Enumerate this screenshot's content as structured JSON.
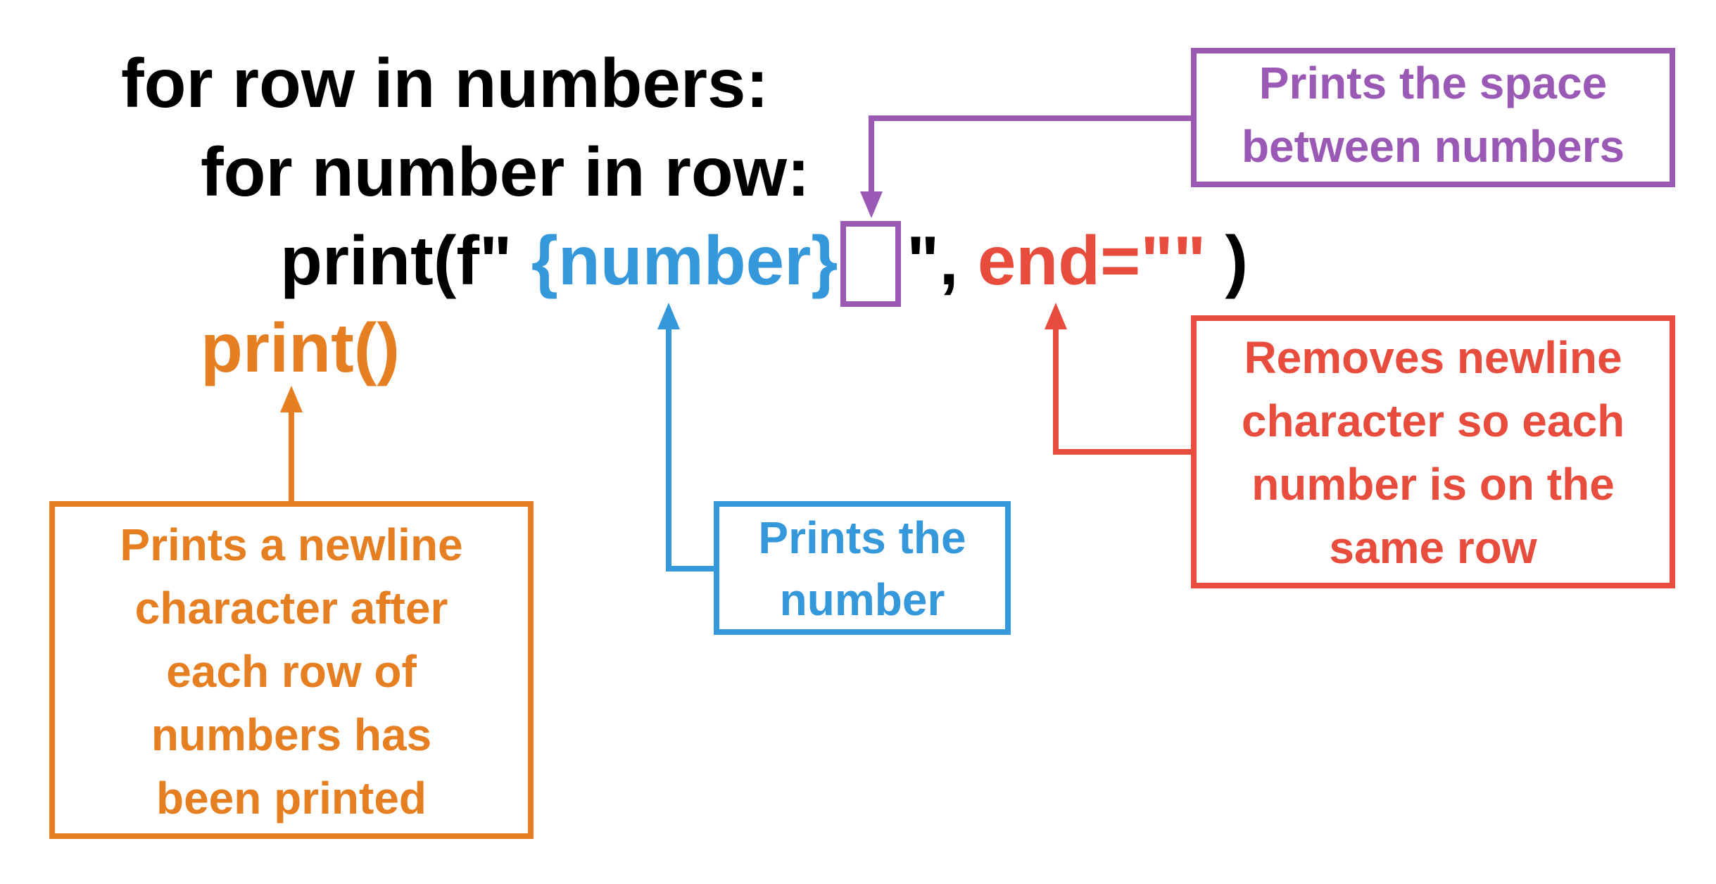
{
  "colors": {
    "code": "#000000",
    "blue": "#3498db",
    "purple": "#9b59b6",
    "red": "#e74c3c",
    "orange": "#e67e22"
  },
  "code": {
    "line1": "for row in numbers:",
    "line2": "for number in row:",
    "line3_prefix": "print(f\"",
    "line3_number": "{number}",
    "line3_mid": "\", ",
    "line3_end": "end=\"\"",
    "line3_close": ")",
    "line4": "print()"
  },
  "labels": {
    "space": [
      "Prints the space",
      "between numbers"
    ],
    "number": [
      "Prints the",
      "number"
    ],
    "end": [
      "Removes newline",
      "character so each",
      "number is on the",
      "same row"
    ],
    "print": [
      "Prints a newline",
      "character after",
      "each row of",
      "numbers has",
      "been printed"
    ]
  }
}
